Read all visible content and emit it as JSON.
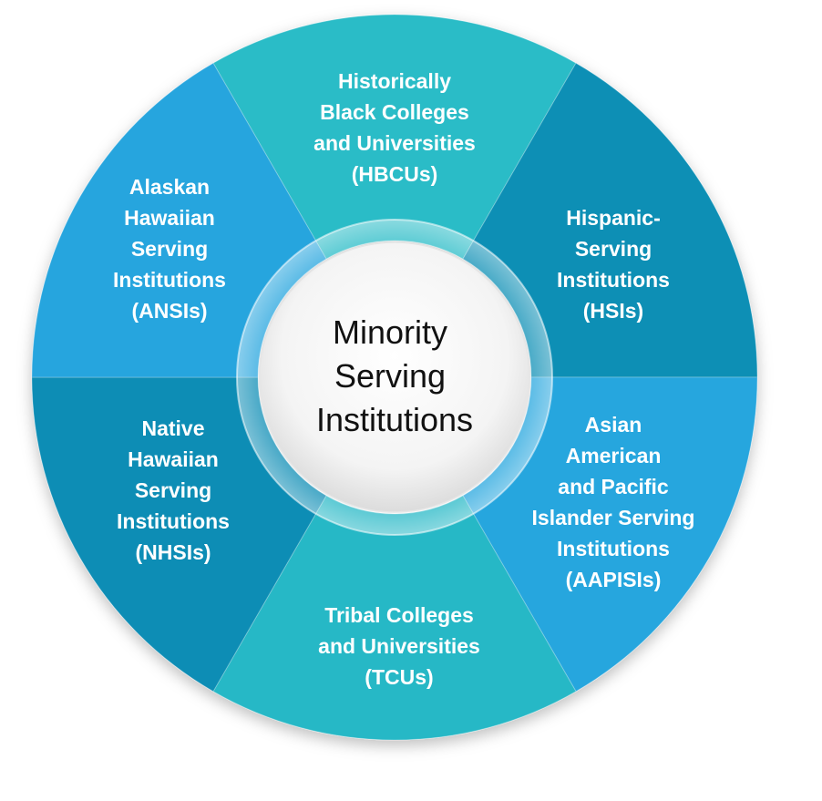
{
  "center": {
    "lines": [
      "Minority",
      "Serving",
      "Institutions"
    ]
  },
  "segments": [
    {
      "id": "hbcu",
      "lines": [
        "Historically",
        "Black Colleges",
        "and Universities",
        "(HBCUs)"
      ],
      "color": "#2cbcc7"
    },
    {
      "id": "hsi",
      "lines": [
        "Hispanic-",
        "Serving",
        "Institutions",
        "(HSIs)"
      ],
      "color": "#0b8fb5"
    },
    {
      "id": "aapisi",
      "lines": [
        "Asian",
        "American",
        "and Pacific",
        "Islander Serving",
        "Institutions",
        "(AAPISIs)"
      ],
      "color": "#27a6de"
    },
    {
      "id": "tcu",
      "lines": [
        "Tribal Colleges",
        "and Universities",
        "(TCUs)"
      ],
      "color": "#27b8c6"
    },
    {
      "id": "nhsi",
      "lines": [
        "Native",
        "Hawaiian",
        "Serving",
        "Institutions",
        "(NHSIs)"
      ],
      "color": "#0c8db5"
    },
    {
      "id": "ansi",
      "lines": [
        "Alaskan",
        "Hawaiian",
        "Serving",
        "Institutions",
        "(ANSIs)"
      ],
      "color": "#27a5de"
    }
  ]
}
